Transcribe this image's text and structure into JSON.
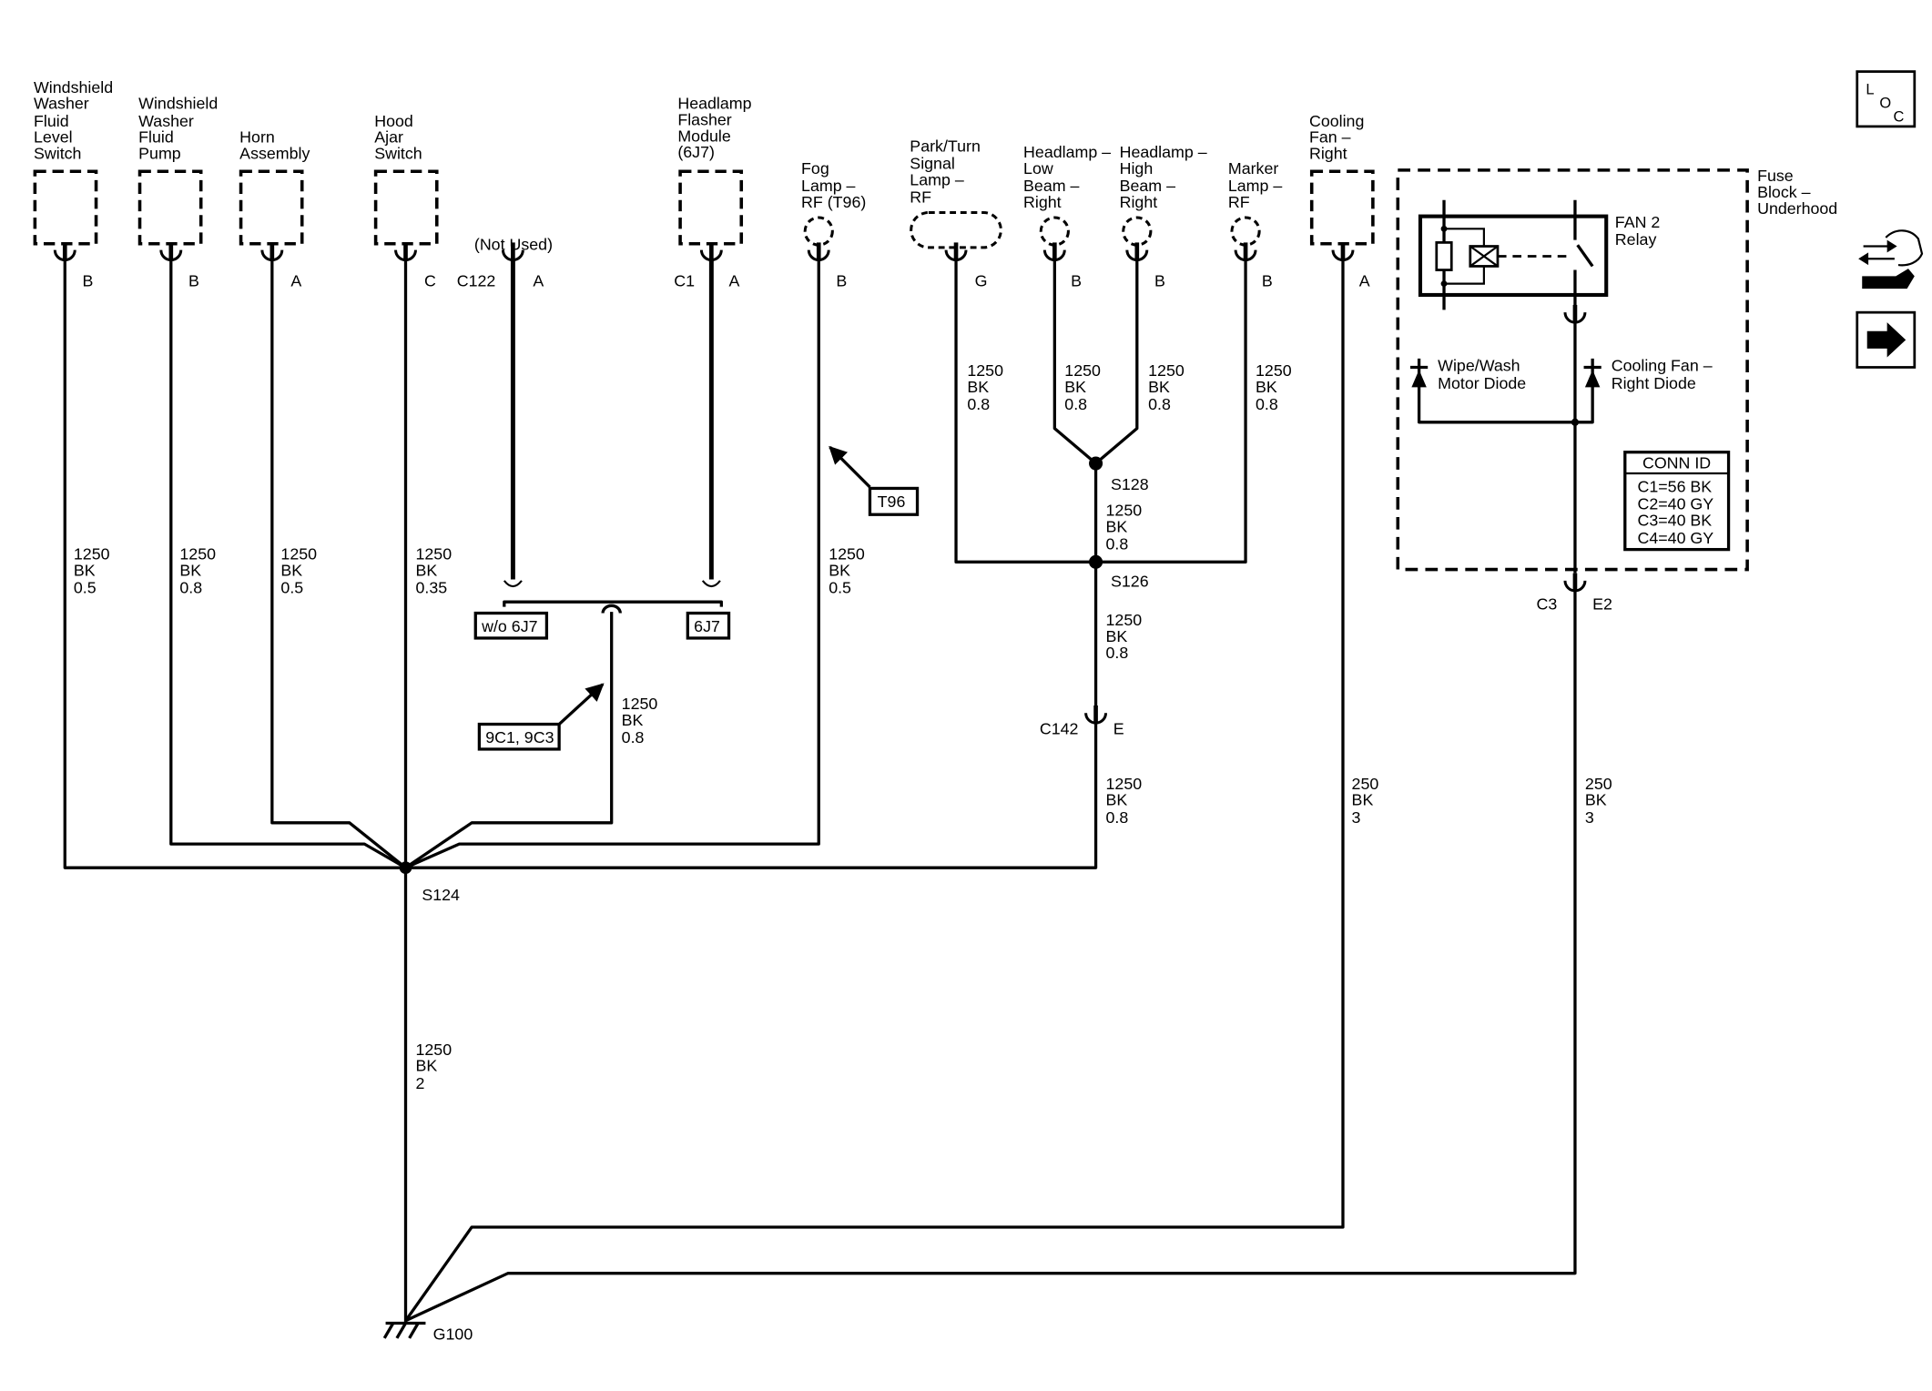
{
  "components": {
    "ws_level_switch": {
      "label": [
        "Windshield",
        "Washer",
        "Fluid",
        "Level",
        "Switch"
      ],
      "pin": "B"
    },
    "ws_pump": {
      "label": [
        "Windshield",
        "Washer",
        "Fluid",
        "Pump"
      ],
      "pin": "B"
    },
    "horn": {
      "label": [
        "Horn",
        "Assembly"
      ],
      "pin": "A"
    },
    "hood_ajar": {
      "label": [
        "Hood",
        "Ajar",
        "Switch"
      ],
      "pin": "C"
    },
    "not_used": {
      "label": [
        "(Not Used)"
      ],
      "connector": "C122",
      "pin": "A"
    },
    "headlamp_flasher": {
      "label": [
        "Headlamp",
        "Flasher",
        "Module",
        "(6J7)"
      ],
      "connector": "C1",
      "pin": "A"
    },
    "fog_lamp": {
      "label": [
        "Fog",
        "Lamp –",
        "RF (T96)"
      ],
      "pin": "B"
    },
    "park_turn_lamp": {
      "label": [
        "Park/Turn",
        "Signal",
        "Lamp –",
        "RF"
      ],
      "pin": "G"
    },
    "headlamp_low": {
      "label": [
        "Headlamp –",
        "Low",
        "Beam –",
        "Right"
      ],
      "pin": "B"
    },
    "headlamp_high": {
      "label": [
        "Headlamp –",
        "High",
        "Beam –",
        "Right"
      ],
      "pin": "B"
    },
    "marker_lamp": {
      "label": [
        "Marker",
        "Lamp –",
        "RF"
      ],
      "pin": "B"
    },
    "cooling_fan": {
      "label": [
        "Cooling",
        "Fan –",
        "Right"
      ],
      "pin": "A"
    }
  },
  "fuse_block": {
    "label": [
      "Fuse",
      "Block –",
      "Underhood"
    ],
    "relay": [
      "FAN 2",
      "Relay"
    ],
    "wipe_wash_diode": [
      "Wipe/Wash",
      "Motor Diode"
    ],
    "cooling_fan_diode": [
      "Cooling Fan –",
      "Right Diode"
    ],
    "conn_id": {
      "title": "CONN ID",
      "rows": [
        "C1=56 BK",
        "C2=40 GY",
        "C3=40 BK",
        "C4=40 GY"
      ]
    },
    "connector": "C3",
    "pin": "E2"
  },
  "wires": {
    "ws_level_switch": [
      "1250",
      "BK",
      "0.5"
    ],
    "ws_pump": [
      "1250",
      "BK",
      "0.8"
    ],
    "horn": [
      "1250",
      "BK",
      "0.5"
    ],
    "hood_ajar": [
      "1250",
      "BK",
      "0.35"
    ],
    "fog_lamp": [
      "1250",
      "BK",
      "0.5"
    ],
    "headlamp_flasher": [
      "1250",
      "BK",
      "0.8"
    ],
    "park_turn_lamp": [
      "1250",
      "BK",
      "0.8"
    ],
    "headlamp_low": [
      "1250",
      "BK",
      "0.8"
    ],
    "headlamp_high": [
      "1250",
      "BK",
      "0.8"
    ],
    "marker_lamp": [
      "1250",
      "BK",
      "0.8"
    ],
    "s128_to_s126": [
      "1250",
      "BK",
      "0.8"
    ],
    "s126_to_c142": [
      "1250",
      "BK",
      "0.8"
    ],
    "c142_to_s124": [
      "1250",
      "BK",
      "0.8"
    ],
    "cooling_fan": [
      "250",
      "BK",
      "3"
    ],
    "fuse_block_e2": [
      "250",
      "BK",
      "3"
    ],
    "s124_to_g100": [
      "1250",
      "BK",
      "2"
    ]
  },
  "splices": {
    "s124": "S124",
    "s126": "S126",
    "s128": "S128"
  },
  "inline_connector": {
    "name": "C142",
    "pin": "E"
  },
  "ground": "G100",
  "options": {
    "without_6j7": "w/o 6J7",
    "with_6j7": "6J7",
    "ref_9c1_9c3": "9C1, 9C3",
    "ref_t96": "T96"
  },
  "nav_icons": {
    "loc": {
      "icon": "location-icon",
      "letters": [
        "L",
        "O",
        "C"
      ]
    },
    "views": {
      "icon": "hand-arrows-icon"
    },
    "next": {
      "icon": "next-page-arrow-icon"
    }
  },
  "colors": {
    "line": "#000000",
    "background": "#ffffff"
  }
}
